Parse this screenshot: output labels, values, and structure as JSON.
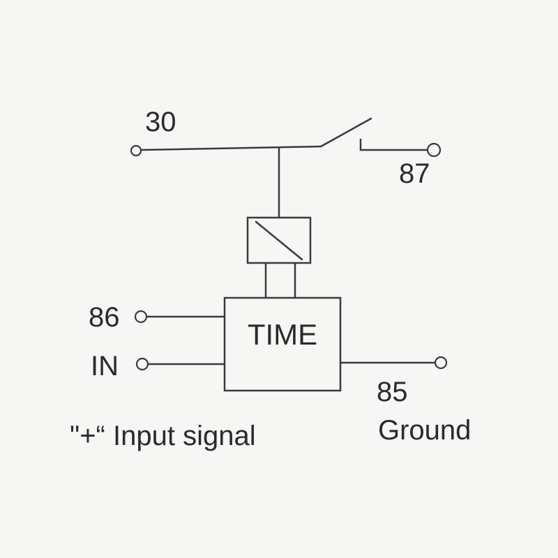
{
  "diagram": {
    "terminal_30": "30",
    "terminal_87": "87",
    "terminal_86": "86",
    "terminal_in": "IN",
    "timer_label": "TIME",
    "terminal_85": "85",
    "ground_label": "Ground",
    "input_signal_label": "\"+“ Input signal"
  }
}
